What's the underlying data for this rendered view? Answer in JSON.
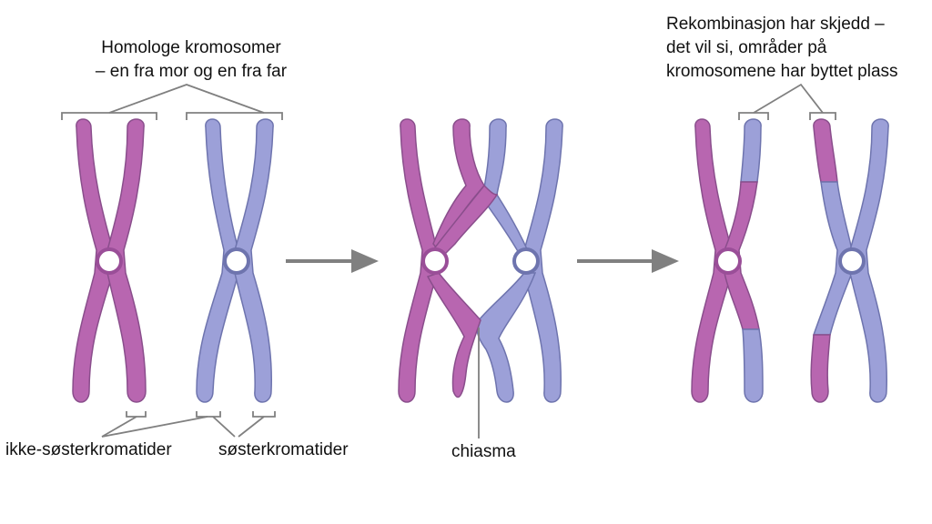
{
  "labels": {
    "homologous_line1": "Homologe kromosomer",
    "homologous_line2": "– en fra mor og en fra far",
    "recombination_line1": "Rekombinasjon har skjedd –",
    "recombination_line2": "det vil si, områder på",
    "recombination_line3": "kromosomene har byttet plass",
    "non_sister": "ikke-søsterkromatider",
    "sister": "søsterkromatider",
    "chiasma": "chiasma"
  },
  "colors": {
    "maternal": "#B866B0",
    "paternal": "#9CA0D8",
    "outline": "#7A6690",
    "arrow": "#808080",
    "bracket": "#808080",
    "text": "#111111"
  }
}
